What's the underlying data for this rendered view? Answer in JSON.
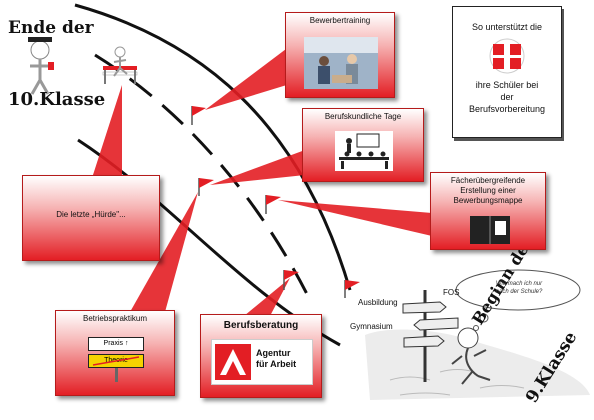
{
  "start": {
    "line1": "Ende der",
    "line2": "10.Klasse"
  },
  "end": {
    "line1": "Beginn der",
    "line2": "9.Klasse"
  },
  "info_box": {
    "line1": "So unterstützt die",
    "line2": "ihre Schüler bei",
    "line3": "der",
    "line4": "Berufsvorbereitung"
  },
  "boxes": {
    "bewerbertraining": "Bewerbertraining",
    "berufskundliche": "Berufskundliche Tage",
    "faecher_1": "Fächerübergreifende",
    "faecher_2": "Erstellung einer",
    "faecher_3": "Bewerbungsmappe",
    "huerde": "Die letzte „Hürde\"...",
    "praktikum": "Betriebspraktikum",
    "berufsberatung": "Berufsberatung"
  },
  "praxis_sign": {
    "top": "Praxis",
    "bottom": "Theorie"
  },
  "agentur": {
    "line1": "Agentur",
    "line2": "für Arbeit"
  },
  "signpost": {
    "ausbildung": "Ausbildung",
    "fos": "FOS",
    "gymnasium": "Gymnasium"
  },
  "thought": {
    "line1": "Wie mach ich nur",
    "line2": "nach der Schule?"
  },
  "colors": {
    "accent": "#e31e24",
    "dark_red": "#b51b1b"
  }
}
